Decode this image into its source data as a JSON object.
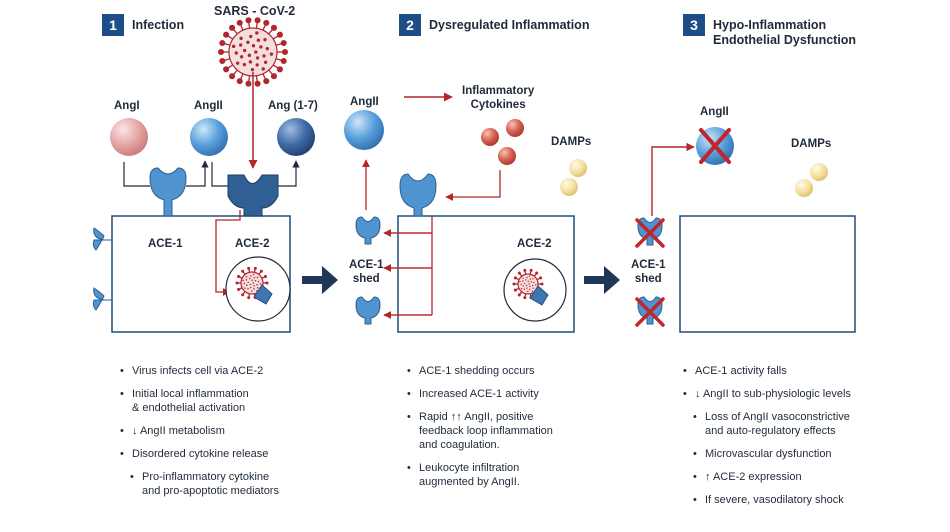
{
  "panels": [
    {
      "number": "1",
      "title": "Infection",
      "virus_label": "SARS - CoV-2",
      "angI": "AngI",
      "angII": "AngII",
      "ang17": "Ang (1-7)",
      "ace1": "ACE-1",
      "ace2": "ACE-2",
      "bullets": [
        "Virus infects cell via ACE-2",
        "Initial local inflammation\n& endothelial activation",
        "↓ AngII metabolism",
        "Disordered cytokine release",
        "Pro-inflammatory cytokine\nand pro-apoptotic mediators"
      ]
    },
    {
      "number": "2",
      "title": "Dysregulated Inflammation",
      "angII": "AngII",
      "cytokines": "Inflammatory\nCytokines",
      "damps": "DAMPs",
      "ace1_shed": "ACE-1\nshed",
      "ace2": "ACE-2",
      "bullets": [
        "ACE-1 shedding occurs",
        "Increased ACE-1 activity",
        "Rapid ↑↑ AngII, positive\nfeedback loop inflammation\nand coagulation.",
        "Leukocyte infiltration\naugmented by AngII."
      ]
    },
    {
      "number": "3",
      "title": "Hypo-Inflammation\nEndothelial Dysfunction",
      "angII": "AngII",
      "damps": "DAMPs",
      "ace1_shed": "ACE-1\nshed",
      "bullets": [
        "ACE-1 activity falls",
        "↓ AngII to sub-physiologic levels",
        "Loss of AngII vasoconstrictive\nand auto-regulatory effects",
        "Microvascular dysfunction",
        "↑ ACE-2 expression",
        "If severe, vasodilatory shock"
      ]
    }
  ],
  "colors": {
    "navy": "#1d4f86",
    "receptor": "#4f93cf",
    "angI": "#e4a0a0",
    "ang17": "#355f9c",
    "cytokine": "#c8473e",
    "damp": "#f1dc96",
    "arrow_red": "#b5262b",
    "virus": "#b3262d",
    "box_stroke": "#1f4f78"
  }
}
